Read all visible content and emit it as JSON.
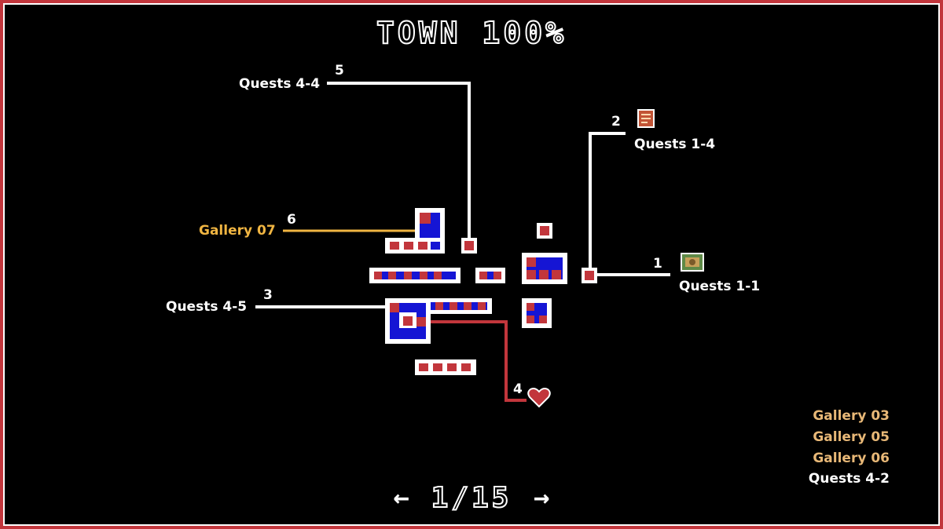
{
  "header": {
    "title": "TOWN 100%"
  },
  "markers": [
    {
      "number": "1",
      "label": "Quests 1-1",
      "icon": "scroll-icon"
    },
    {
      "number": "2",
      "label": "Quests 1-4",
      "icon": "note-icon"
    },
    {
      "number": "3",
      "label": "Quests 4-5"
    },
    {
      "number": "4",
      "icon": "heart-icon"
    },
    {
      "number": "5",
      "label": "Quests 4-4"
    },
    {
      "number": "6",
      "label": "Gallery 07"
    }
  ],
  "side_list": [
    "Gallery 03",
    "Gallery 05",
    "Gallery 06",
    "Quests 4-2"
  ],
  "pager": {
    "prev": "←",
    "page": "1/15",
    "next": "→"
  },
  "colors": {
    "border": "#c2363c",
    "room_red": "#c2363c",
    "room_blue": "#1515d4",
    "gallery": "#f0b542",
    "wall": "#ffffff"
  }
}
